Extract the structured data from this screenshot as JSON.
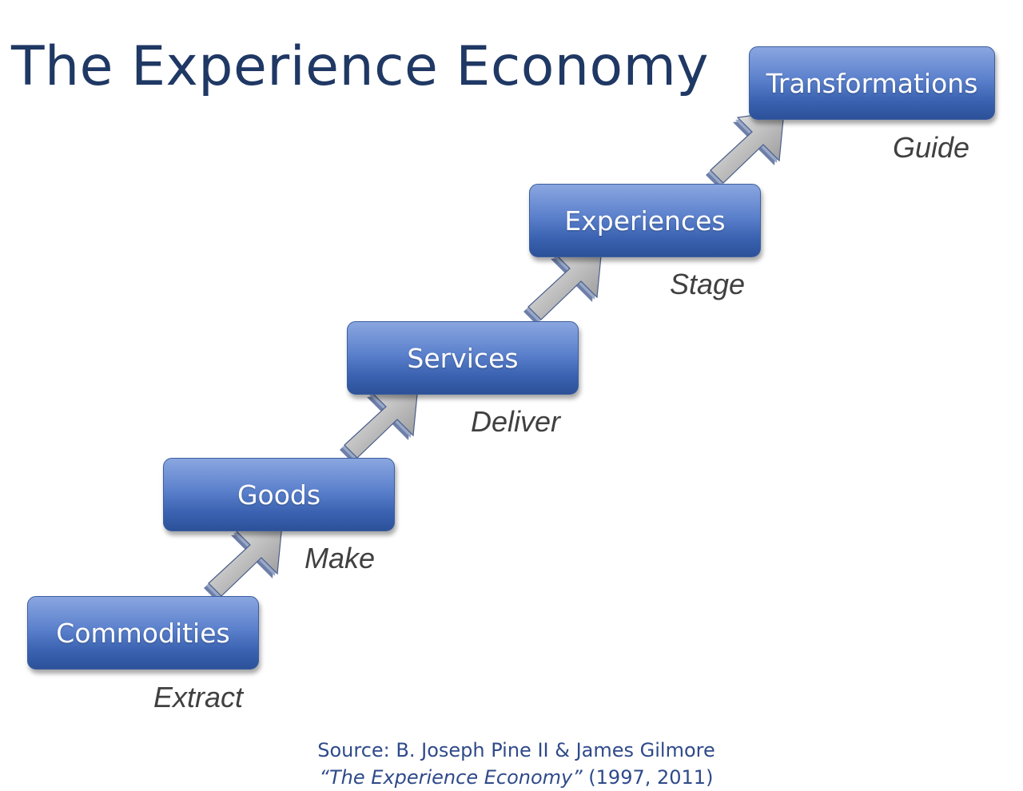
{
  "title": "The Experience Economy",
  "stages": [
    {
      "label": "Commodities",
      "verb": "Extract"
    },
    {
      "label": "Goods",
      "verb": "Make"
    },
    {
      "label": "Services",
      "verb": "Deliver"
    },
    {
      "label": "Experiences",
      "verb": "Stage"
    },
    {
      "label": "Transformations",
      "verb": "Guide"
    }
  ],
  "source": {
    "line1": "Source: B. Joseph Pine II & James Gilmore",
    "book_title": "“The Experience Economy”",
    "years": " (1997, 2011)"
  },
  "colors": {
    "title": "#1f3864",
    "box_top": "#8aa6e0",
    "box_bottom": "#2c5199",
    "verb": "#404040",
    "source": "#2f4a8a",
    "arrow_light": "#f2f2f2",
    "arrow_dark": "#8c8c8c"
  }
}
